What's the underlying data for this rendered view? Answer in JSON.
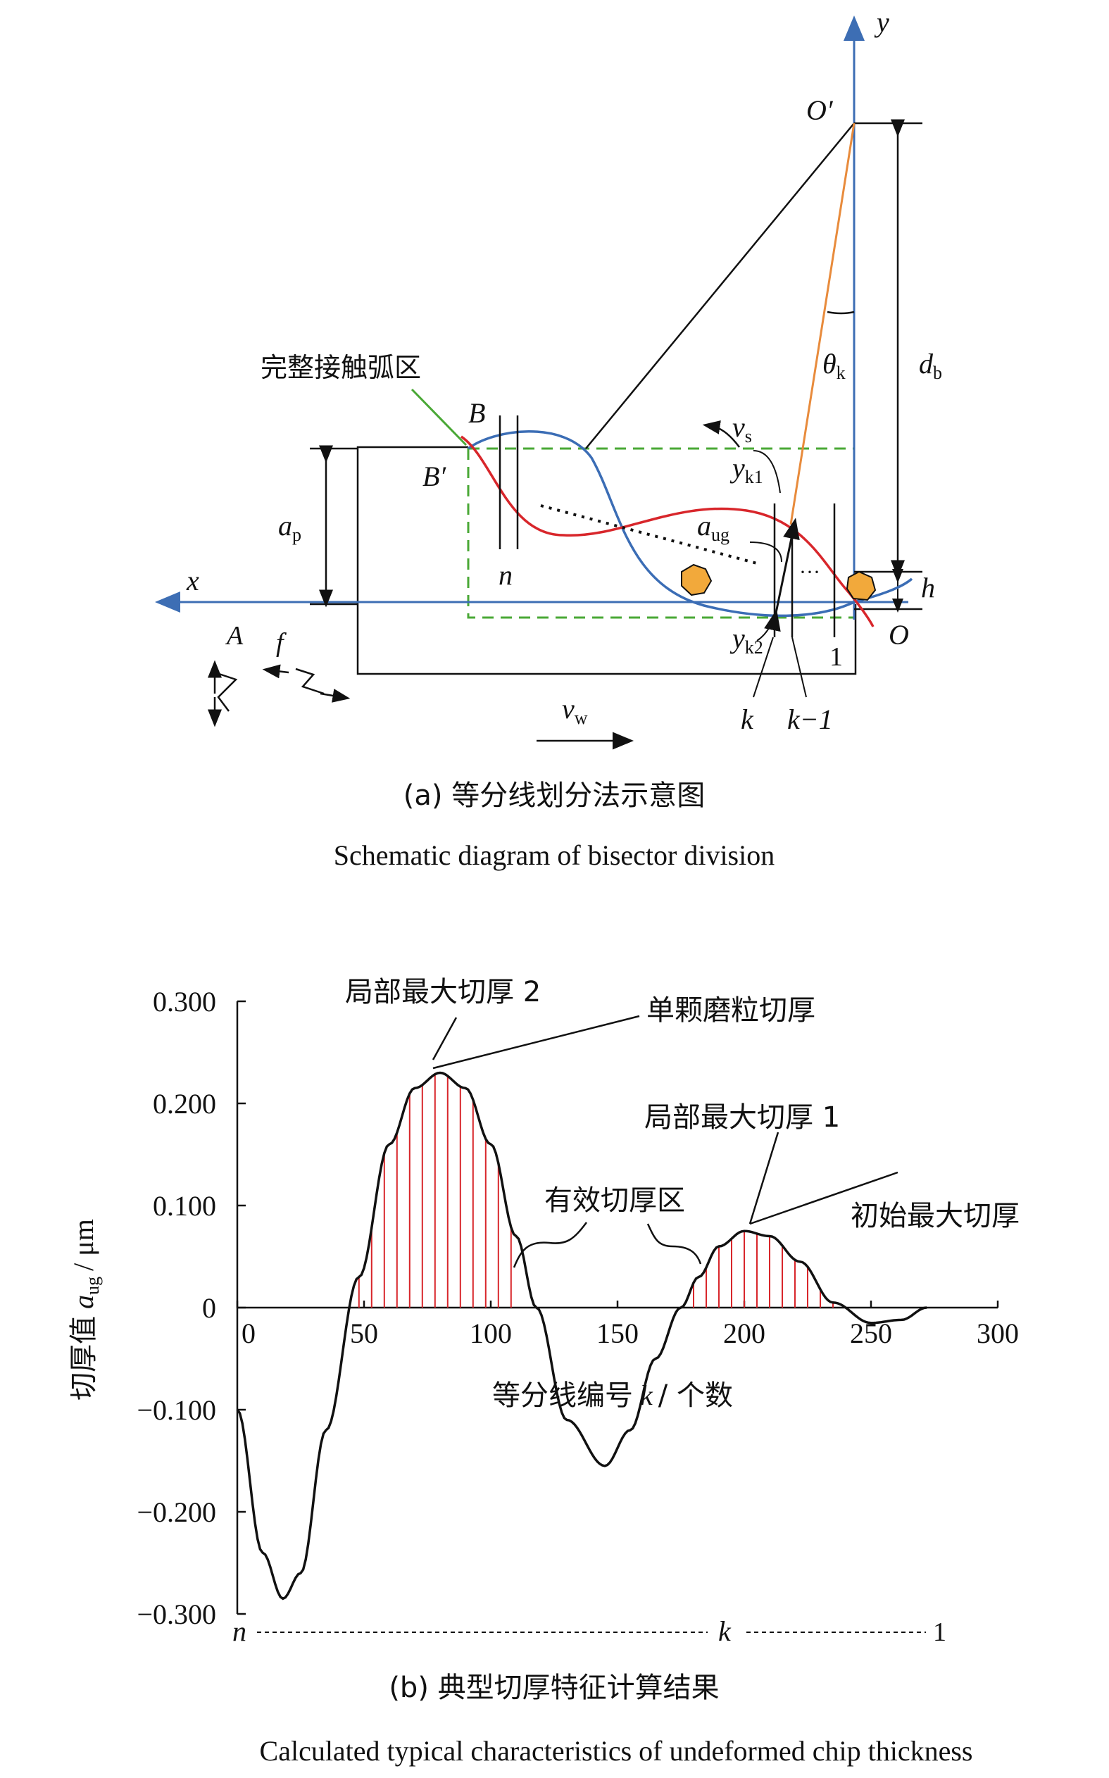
{
  "diagram": {
    "annotation_full_arc": "完整接触弧区",
    "labels": {
      "y": "y",
      "x": "x",
      "O_prime": "O′",
      "O": "O",
      "B": "B",
      "B_prime": "B′",
      "theta_sym": "θ",
      "theta_sub": "k",
      "db_sym": "d",
      "db_sub": "b",
      "vs_sym": "v",
      "vs_sub": "s",
      "yk1_sym": "y",
      "yk1_sub": "k1",
      "yk2_sym": "y",
      "yk2_sub": "k2",
      "aug_sym": "a",
      "aug_sub": "ug",
      "ap_sym": "a",
      "ap_sub": "p",
      "vw_sym": "v",
      "vw_sub": "w",
      "h": "h",
      "n": "n",
      "one": "1",
      "k": "k",
      "k_minus_1": "k−1",
      "A": "A",
      "f": "f",
      "dots": "···"
    },
    "caption_cn": "(a) 等分线划分法示意图",
    "caption_en": "Schematic diagram of bisector division",
    "colors": {
      "axis": "#3d6eb4",
      "green": "#4aa836",
      "red": "#d8262b",
      "blue": "#3b6db5",
      "orange": "#e88b3c",
      "grain": "#f2a93b"
    }
  },
  "chart_data": {
    "type": "line",
    "title": "",
    "xlabel_cn": "等分线编号",
    "xlabel_sym": "k",
    "xlabel_unit": "/ 个数",
    "ylabel_cn": "切厚值",
    "ylabel_sym": "a",
    "ylabel_sub": "ug",
    "ylabel_unit": "/ μm",
    "xlim": [
      0,
      300
    ],
    "ylim": [
      -0.3,
      0.3
    ],
    "xticks": [
      "0",
      "50",
      "100",
      "150",
      "200",
      "250",
      "300"
    ],
    "yticks": [
      "0.300",
      "0.200",
      "0.100",
      "0",
      "−0.100",
      "−0.200",
      "−0.300"
    ],
    "series": [
      {
        "x": [
          0,
          10,
          18,
          25,
          35,
          48,
          60,
          70,
          80,
          90,
          100,
          110,
          118,
          130,
          145,
          155,
          165,
          175,
          182,
          190,
          200,
          210,
          222,
          235,
          250,
          262,
          272
        ],
        "y": [
          -0.1,
          -0.24,
          -0.285,
          -0.26,
          -0.12,
          0.03,
          0.16,
          0.215,
          0.23,
          0.215,
          0.16,
          0.07,
          0.0,
          -0.11,
          -0.155,
          -0.12,
          -0.05,
          0.0,
          0.03,
          0.06,
          0.075,
          0.07,
          0.045,
          0.005,
          -0.015,
          -0.012,
          0.0
        ]
      }
    ],
    "hatch": [
      {
        "from": 48,
        "to": 112,
        "step": 5
      },
      {
        "from": 180,
        "to": 240,
        "step": 5
      }
    ],
    "hatch_color": "#d8262b",
    "annotations": {
      "local_max_2": "局部最大切厚 2",
      "single_grain": "单颗磨粒切厚",
      "local_max_1": "局部最大切厚 1",
      "effective_zone": "有效切厚区",
      "initial_max": "初始最大切厚"
    },
    "k_line": {
      "n": "n",
      "k": "k",
      "one": "1"
    },
    "caption_cn": "(b) 典型切厚特征计算结果",
    "caption_en": "Calculated typical characteristics of  undeformed chip thickness"
  }
}
